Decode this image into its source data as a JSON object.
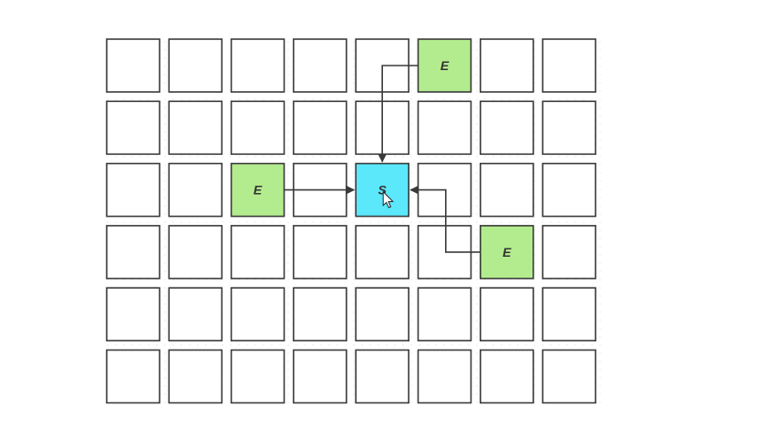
{
  "grid": {
    "rows": 6,
    "cols": 8,
    "colors": {
      "empty": "#ffffff",
      "start": "#5ce8fb",
      "end": "#b3ec8e",
      "border": "#3a3a3a",
      "arrow": "#3a3a3a",
      "background_dots": "#e8e8e8"
    },
    "cells": [
      {
        "row": 0,
        "col": 5,
        "kind": "end",
        "label": "E"
      },
      {
        "row": 2,
        "col": 2,
        "kind": "end",
        "label": "E"
      },
      {
        "row": 2,
        "col": 4,
        "kind": "start",
        "label": "S"
      },
      {
        "row": 3,
        "col": 6,
        "kind": "end",
        "label": "E"
      }
    ],
    "arrows": [
      {
        "from": [
          0,
          5
        ],
        "to": [
          2,
          4
        ]
      },
      {
        "from": [
          2,
          2
        ],
        "to": [
          2,
          4
        ]
      },
      {
        "from": [
          3,
          6
        ],
        "to": [
          2,
          4
        ]
      }
    ]
  },
  "cursor": {
    "icon": "mouse-pointer-icon",
    "row": 2,
    "col": 4
  }
}
